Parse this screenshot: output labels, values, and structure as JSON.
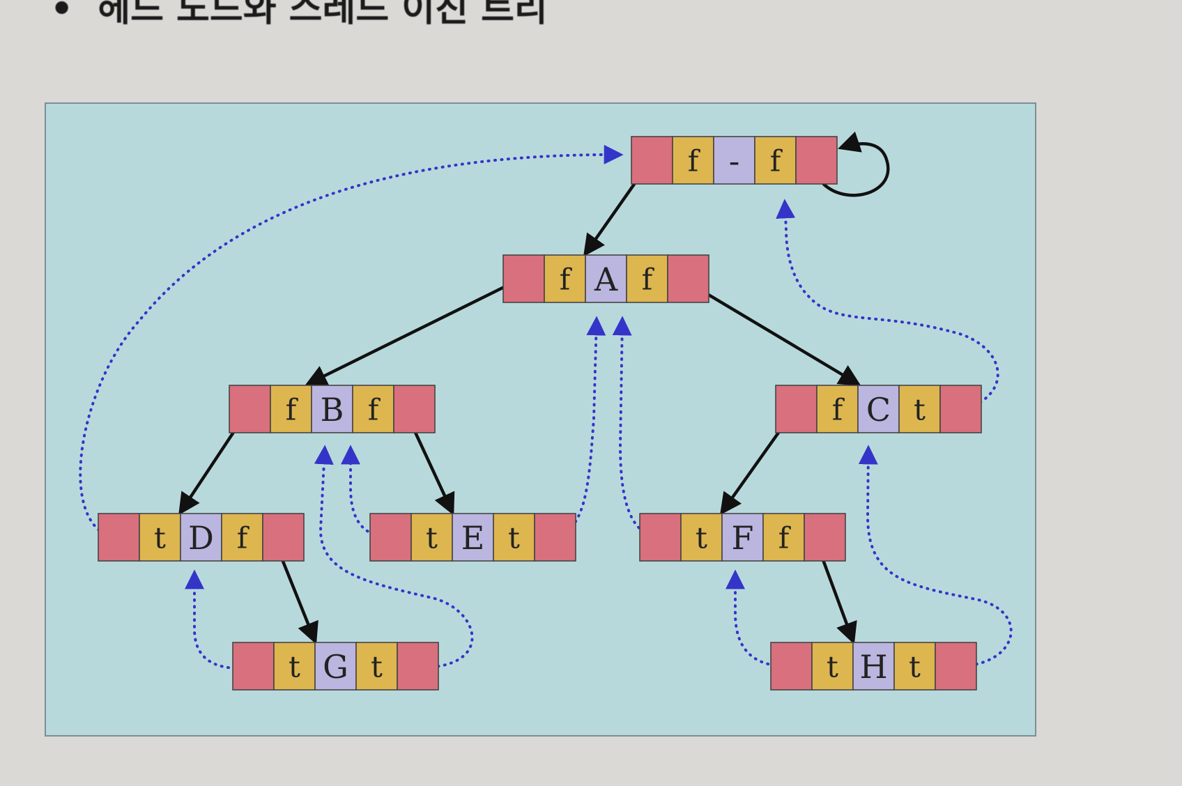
{
  "page": {
    "heading": "헤드 노드와 스레드 이진 트리",
    "bullet": "•"
  },
  "colors": {
    "panel_background": "#b8d9dc",
    "pointer_cell": "#d9707d",
    "tag_cell": "#ddb650",
    "data_cell": "#bbb6df",
    "child_link": "#111111",
    "thread_link": "#3434c8"
  },
  "nodes": [
    {
      "id": "head",
      "left_tag": "f",
      "data": "-",
      "right_tag": "f"
    },
    {
      "id": "A",
      "left_tag": "f",
      "data": "A",
      "right_tag": "f"
    },
    {
      "id": "B",
      "left_tag": "f",
      "data": "B",
      "right_tag": "f"
    },
    {
      "id": "C",
      "left_tag": "f",
      "data": "C",
      "right_tag": "t"
    },
    {
      "id": "D",
      "left_tag": "t",
      "data": "D",
      "right_tag": "f"
    },
    {
      "id": "E",
      "left_tag": "t",
      "data": "E",
      "right_tag": "t"
    },
    {
      "id": "F",
      "left_tag": "t",
      "data": "F",
      "right_tag": "f"
    },
    {
      "id": "G",
      "left_tag": "t",
      "data": "G",
      "right_tag": "t"
    },
    {
      "id": "H",
      "left_tag": "t",
      "data": "H",
      "right_tag": "t"
    }
  ],
  "child_links": [
    {
      "from": "head",
      "side": "left",
      "to": "A"
    },
    {
      "from": "head",
      "side": "right",
      "to": "head"
    },
    {
      "from": "A",
      "side": "left",
      "to": "B"
    },
    {
      "from": "A",
      "side": "right",
      "to": "C"
    },
    {
      "from": "B",
      "side": "left",
      "to": "D"
    },
    {
      "from": "B",
      "side": "right",
      "to": "E"
    },
    {
      "from": "C",
      "side": "left",
      "to": "F"
    },
    {
      "from": "D",
      "side": "right",
      "to": "G"
    },
    {
      "from": "F",
      "side": "right",
      "to": "H"
    }
  ],
  "thread_links": [
    {
      "from": "D",
      "side": "left",
      "to": "head"
    },
    {
      "from": "G",
      "side": "left",
      "to": "D"
    },
    {
      "from": "G",
      "side": "right",
      "to": "B"
    },
    {
      "from": "E",
      "side": "left",
      "to": "B"
    },
    {
      "from": "E",
      "side": "right",
      "to": "A"
    },
    {
      "from": "F",
      "side": "left",
      "to": "A"
    },
    {
      "from": "H",
      "side": "left",
      "to": "F"
    },
    {
      "from": "H",
      "side": "right",
      "to": "C"
    },
    {
      "from": "C",
      "side": "right",
      "to": "head"
    }
  ]
}
